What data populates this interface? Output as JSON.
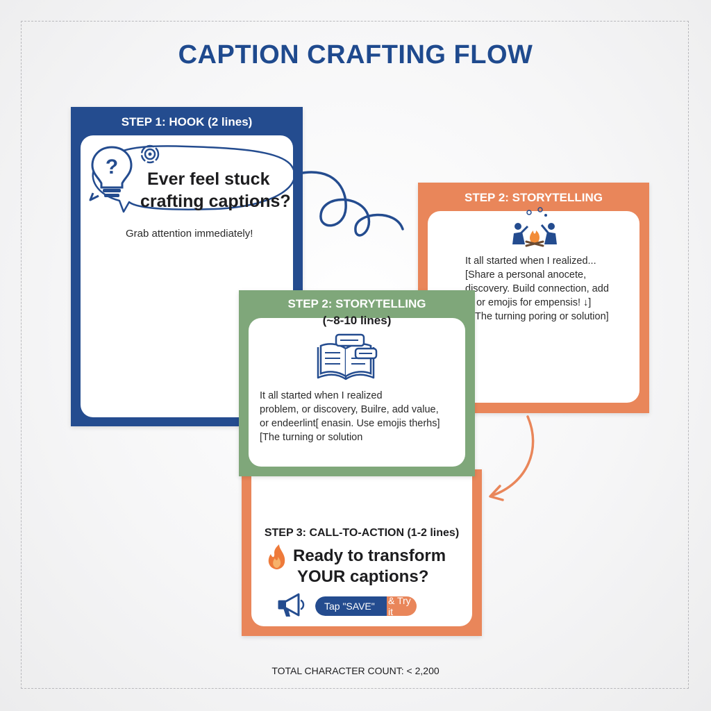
{
  "title": "CAPTION CRAFTING FLOW",
  "colors": {
    "blue": "#244c8f",
    "orange": "#e9865a",
    "green": "#7fa77a",
    "title": "#1f4a8e"
  },
  "step1": {
    "header": "STEP 1: HOOK (2 lines)",
    "hook_line1": "Ever feel stuck",
    "hook_line2": "crafting captions?",
    "subtext": "Grab attention immediately!",
    "icons": [
      "lightbulb-question-icon",
      "target-icon"
    ]
  },
  "step2_orange": {
    "header": "STEP 2: STORYTELLING",
    "lines": [
      "It all started when I realized...",
      "[Share a personal anocete,",
      "discovery. Build connection, add",
      "o, or emojis for empensis! ↓]",
      "[The turning poring or solution]"
    ],
    "icon": "campfire-people-icon"
  },
  "step2_green": {
    "header": "STEP 2: STORYTELLING",
    "subheader": "(~8-10 lines)",
    "lines": [
      "It all started when I realized",
      "problem, or discovery, Builre, add value,",
      "or endeerlint[ enasin. Use emojis therhs]",
      "[The turning or solution"
    ],
    "icon": "open-book-chat-icon"
  },
  "step3": {
    "header": "STEP 3: CALL-TO-ACTION (1-2 lines)",
    "line1": "Ready to transform",
    "line2": "YOUR captions?",
    "button_left": "Tap \"SAVE\"",
    "button_right": "& Try it",
    "icons": [
      "fire-icon",
      "megaphone-icon"
    ]
  },
  "footer": "TOTAL CHARACTER COUNT: < 2,200"
}
